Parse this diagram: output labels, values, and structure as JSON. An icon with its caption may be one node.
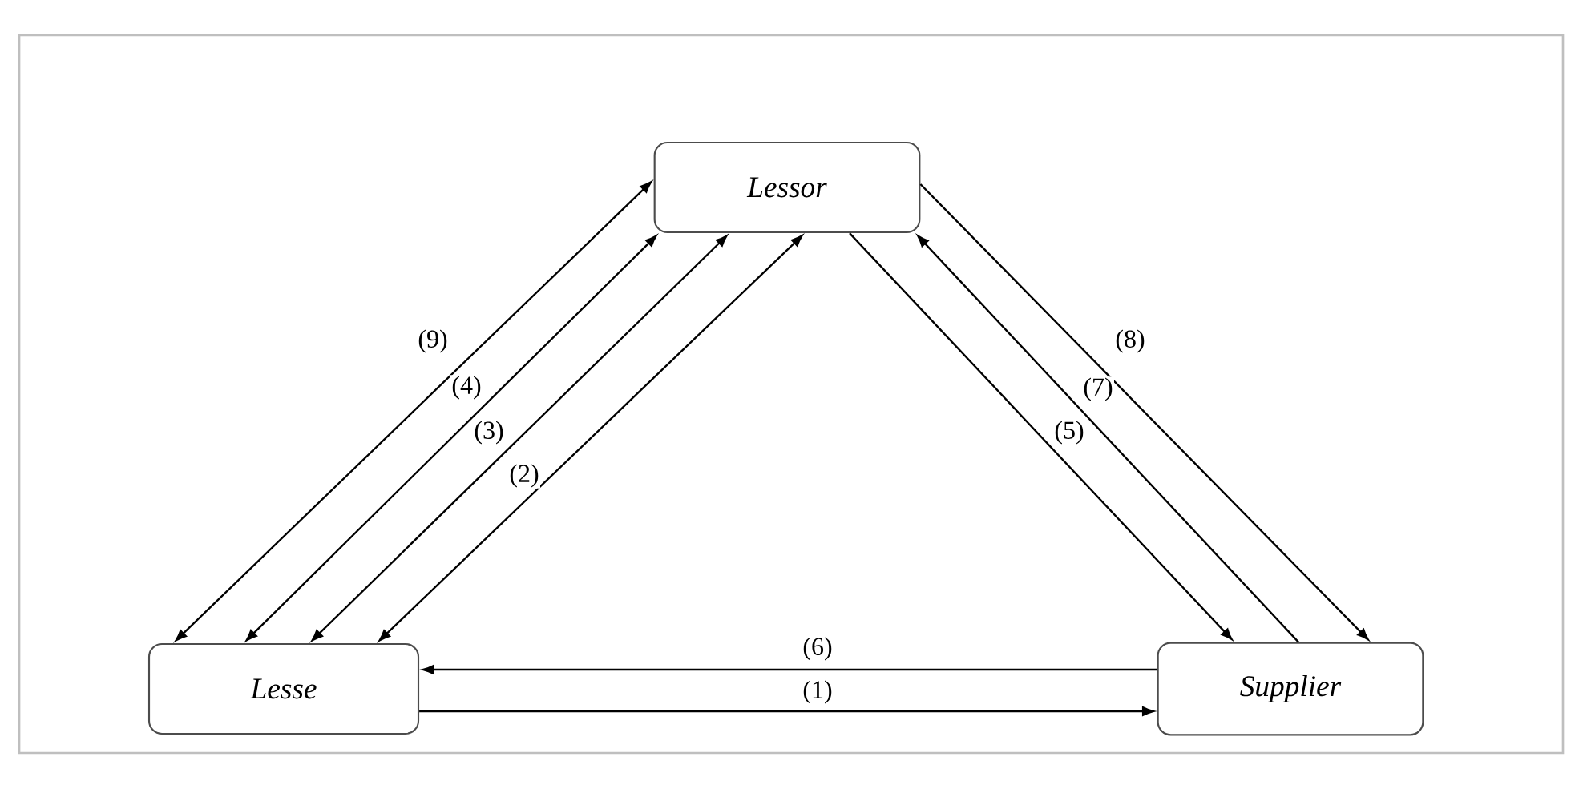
{
  "diagram": {
    "nodes": [
      {
        "text": [
          "*Lessor*"
        ]
      },
      {
        "text": [
          "*Lesse*"
        ]
      },
      {
        "text": [
          "*Supplier*"
        ]
      }
    ],
    "edges": [
      {
        "from": 1,
        "to": 0,
        "arrow": "both",
        "label": "(9)"
      },
      {
        "from": 1,
        "to": 0,
        "arrow": "both",
        "label": "(4)"
      },
      {
        "from": 1,
        "to": 0,
        "arrow": "both",
        "label": "(3)"
      },
      {
        "from": 1,
        "to": 0,
        "arrow": "both",
        "label": "(2)"
      },
      {
        "from": 0,
        "to": 2,
        "arrow": "to",
        "label": "(8)"
      },
      {
        "from": 2,
        "to": 0,
        "arrow": "to",
        "label": "(7)"
      },
      {
        "from": 0,
        "to": 2,
        "arrow": "to",
        "label": "(5)"
      },
      {
        "from": 2,
        "to": 1,
        "arrow": "to",
        "label": "(6)"
      },
      {
        "from": 1,
        "to": 2,
        "arrow": "to",
        "label": "(1)"
      }
    ]
  }
}
